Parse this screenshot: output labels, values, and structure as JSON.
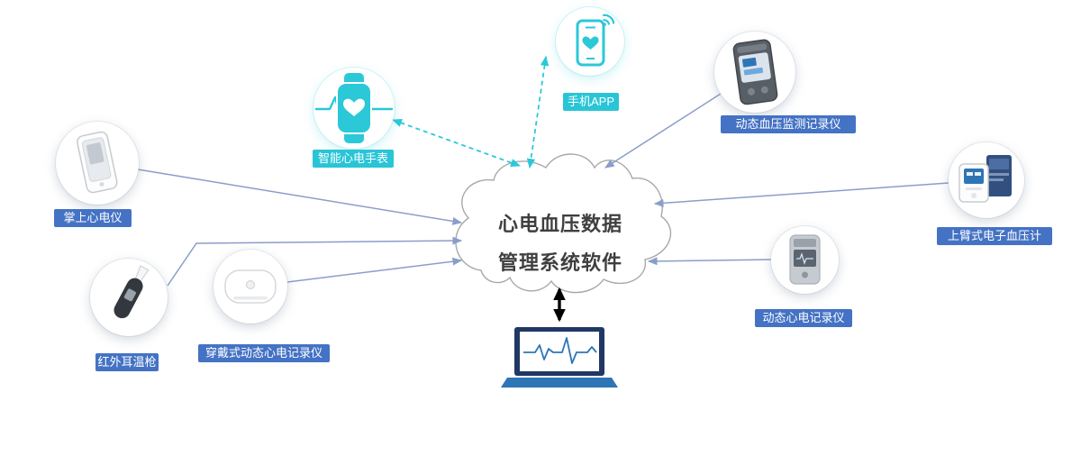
{
  "cloud": {
    "title_line1": "心电血压数据",
    "title_line2": "管理系统软件"
  },
  "nodes": {
    "smartwatch": {
      "label": "智能心电手表"
    },
    "smartphone": {
      "label": "手机APP"
    },
    "palm_ecg": {
      "label": "掌上心电仪"
    },
    "ear_thermometer": {
      "label": "红外耳温枪"
    },
    "wearable_ecg_patch": {
      "label": "穿戴式动态心电记录仪"
    },
    "abpm_monitor": {
      "label": "动态血压监测记录仪"
    },
    "electronic_bp_meter": {
      "label": "上臂式电子血压计"
    },
    "holter_recorder": {
      "label": "动态心电记录仪"
    }
  },
  "colors": {
    "accent_teal": "#2bc8d8",
    "label_blue": "#4472c4",
    "label_cyan": "#29c5d6",
    "arrow_gray": "#8b9dc9",
    "laptop_blue": "#2e75b6",
    "cloud_outline": "#a8a8a8"
  }
}
